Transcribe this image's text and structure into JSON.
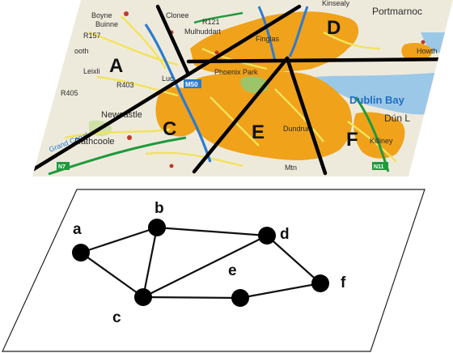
{
  "map": {
    "place_names": {
      "boyne": "Boyne",
      "bunne": "Buinne",
      "clonee": "Clonee",
      "mulhuddart": "Mulhuddart",
      "r121": "R121",
      "r157": "R157",
      "maynooth": "ooth",
      "leixlip": "Leixli",
      "r403": "R403",
      "r405": "R405",
      "lucan": "Luc",
      "phoenix_park": "Phoenix\nPark",
      "finglas": "Finglas",
      "kinsealy": "Kinsealy",
      "portmarnock": "Portmarnoc",
      "howth": "Howth",
      "newcastle": "Newcastle",
      "rathcoole": "Rathcoole",
      "grand_canal": "Grand Canal",
      "dublin_bay": "Dublin Bay",
      "dun_laoghaire": "Dún L",
      "dundrum": "Dundrum",
      "killiney": "Killiney",
      "m50": "M50",
      "n7": "N7",
      "n11": "N11",
      "mtn": "Mtn"
    },
    "regions": [
      "A",
      "C",
      "D",
      "E",
      "F"
    ]
  },
  "graph": {
    "nodes": [
      "a",
      "b",
      "c",
      "d",
      "e",
      "f"
    ],
    "edges": [
      [
        "a",
        "b"
      ],
      [
        "a",
        "c"
      ],
      [
        "b",
        "c"
      ],
      [
        "b",
        "d"
      ],
      [
        "c",
        "d"
      ],
      [
        "c",
        "e"
      ],
      [
        "d",
        "f"
      ],
      [
        "e",
        "f"
      ]
    ]
  },
  "colors": {
    "urban": "#f0a21a",
    "paper": "#eeeadb",
    "road": "#f2e35a",
    "motorway": "#2c7bd0",
    "green": "#1f9a3d",
    "water": "#9cc8e8",
    "line": "#111111"
  }
}
